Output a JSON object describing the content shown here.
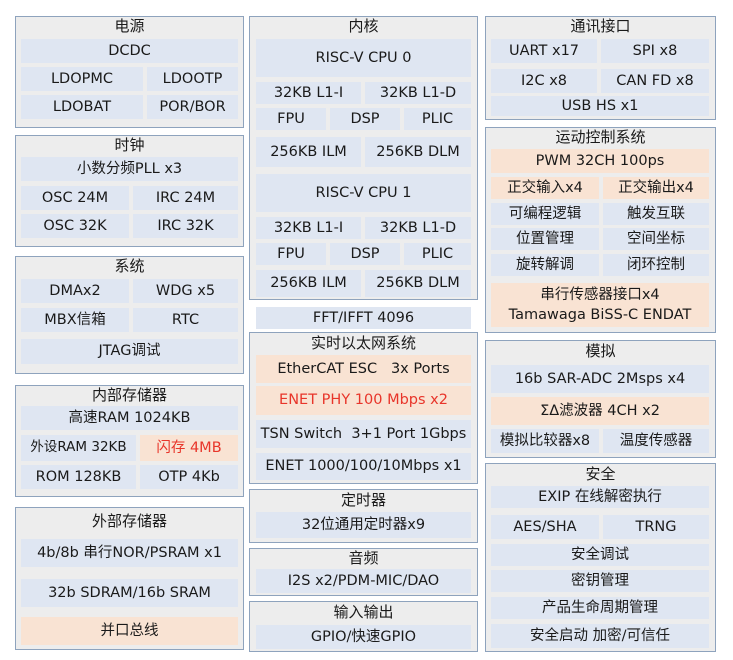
{
  "power": {
    "title": "电源",
    "dcdc": "DCDC",
    "ldopmc": "LDOPMC",
    "ldootp": "LDOOTP",
    "ldobat": "LDOBAT",
    "porbor": "POR/BOR"
  },
  "clock": {
    "title": "时钟",
    "pll": "小数分频PLL x3",
    "osc24": "OSC 24M",
    "irc24": "IRC 24M",
    "osc32": "OSC 32K",
    "irc32": "IRC 32K"
  },
  "system": {
    "title": "系统",
    "dma": "DMAx2",
    "wdg": "WDG x5",
    "mbx": "MBX信箱",
    "rtc": "RTC",
    "jtag": "JTAG调试"
  },
  "internal_memory": {
    "title": "内部存储器",
    "ram": "高速RAM 1024KB",
    "periph_ram": "外设RAM 32KB",
    "flash": "闪存 4MB",
    "rom": "ROM 128KB",
    "otp": "OTP 4Kb"
  },
  "external_memory": {
    "title": "外部存储器",
    "nor": "4b/8b 串行NOR/PSRAM x1",
    "sdram": "32b SDRAM/16b SRAM",
    "parallel": "并口总线"
  },
  "core": {
    "title": "内核",
    "cpu0": "RISC-V CPU 0",
    "cpu1": "RISC-V CPU 1",
    "l1i": "32KB L1-I",
    "l1d": "32KB L1-D",
    "fpu": "FPU",
    "dsp": "DSP",
    "plic": "PLIC",
    "ilm": "256KB ILM",
    "dlm": "256KB DLM",
    "fft": "FFT/IFFT 4096"
  },
  "ethernet": {
    "title": "实时以太网系统",
    "ethercat": "EtherCAT ESC   3x Ports",
    "phy": "ENET PHY 100 Mbps x2",
    "tsn": "TSN Switch  3+1 Port 1Gbps",
    "enet": "ENET 1000/100/10Mbps x1"
  },
  "timer": {
    "title": "定时器",
    "gpt": "32位通用定时器x9"
  },
  "audio": {
    "title": "音频",
    "i2s": "I2S x2/PDM-MIC/DAO"
  },
  "io": {
    "title": "输入输出",
    "gpio": "GPIO/快速GPIO"
  },
  "comm": {
    "title": "通讯接口",
    "uart": "UART x17",
    "spi": "SPI x8",
    "i2c": "I2C x8",
    "canfd": "CAN FD x8",
    "usb": "USB HS x1"
  },
  "motion": {
    "title": "运动控制系统",
    "pwm": "PWM 32CH 100ps",
    "qei": "正交输入x4",
    "qeo": "正交输出x4",
    "plb": "可编程逻辑",
    "trig": "触发互联",
    "pos": "位置管理",
    "space": "空间坐标",
    "rdc": "旋转解调",
    "loop": "闭环控制",
    "sensor1": "串行传感器接口x4",
    "sensor2": "Tamawaga BiSS-C ENDAT"
  },
  "analog": {
    "title": "模拟",
    "adc": "16b SAR-ADC 2Msps x4",
    "sigma": "ΣΔ滤波器 4CH x2",
    "cmp": "模拟比较器x8",
    "temp": "温度传感器"
  },
  "security": {
    "title": "安全",
    "exip": "EXIP 在线解密执行",
    "aes": "AES/SHA",
    "trng": "TRNG",
    "debug": "安全调试",
    "key": "密钥管理",
    "lifecycle": "产品生命周期管理",
    "boot": "安全启动 加密/可信任"
  },
  "colors": {
    "group_bg": "#ededed",
    "group_border": "#8ea3bd",
    "cell_blue": "#dfe6f2",
    "cell_peach": "#f9e3d3",
    "highlight_red": "#e8352a"
  }
}
